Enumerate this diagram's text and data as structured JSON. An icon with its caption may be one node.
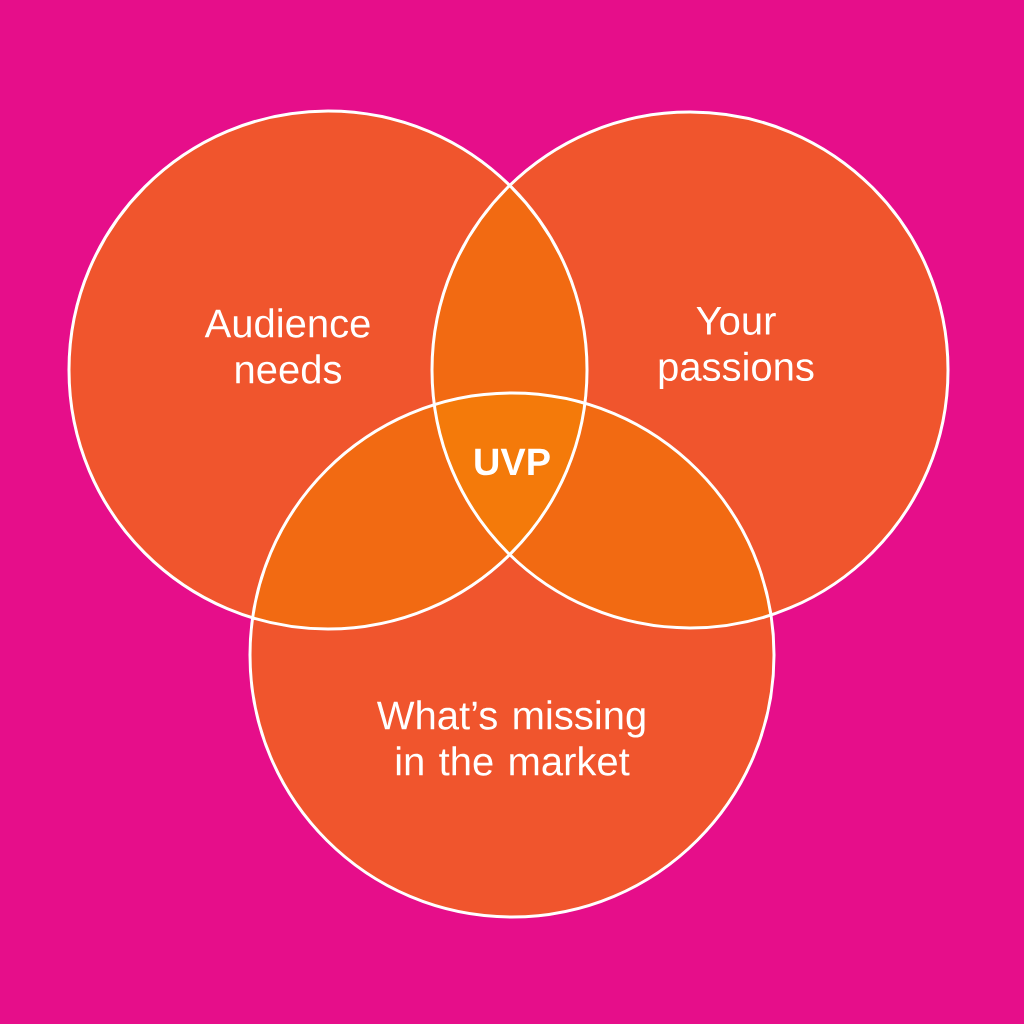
{
  "diagram": {
    "nodes": [
      {
        "text": [
          "Audience needs"
        ]
      },
      {
        "text": [
          "Your passions"
        ]
      },
      {
        "text": [
          "What’s missing in the market"
        ]
      }
    ],
    "labels": [
      "UVP"
    ]
  }
}
